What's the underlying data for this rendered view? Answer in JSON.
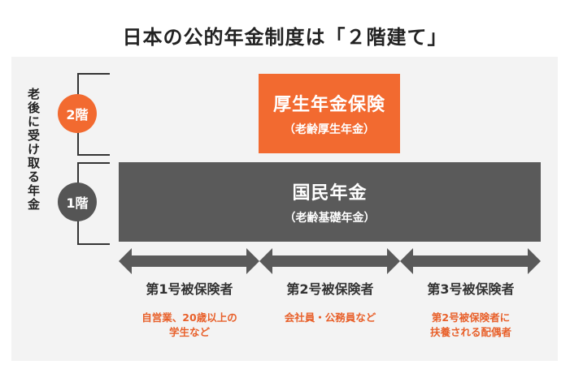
{
  "title": "日本の公的年金制度は「２階建て」",
  "side_label": "老後に受け取る年金",
  "levels": {
    "second": {
      "badge": "2階",
      "name": "厚生年金保険",
      "sub": "（老齢厚生年金）",
      "color": "#f26a30"
    },
    "first": {
      "badge": "1階",
      "name": "国民年金",
      "sub": "（老齢基礎年金）",
      "color": "#555555"
    }
  },
  "categories": [
    {
      "name": "第1号被保険者",
      "desc_line1": "自営業、20歳以上の",
      "desc_line2": "学生など"
    },
    {
      "name": "第2号被保険者",
      "desc_line1": "会社員・公務員など",
      "desc_line2": ""
    },
    {
      "name": "第3号被保険者",
      "desc_line1": "第2号被保険者に",
      "desc_line2": "扶養される配偶者"
    }
  ]
}
